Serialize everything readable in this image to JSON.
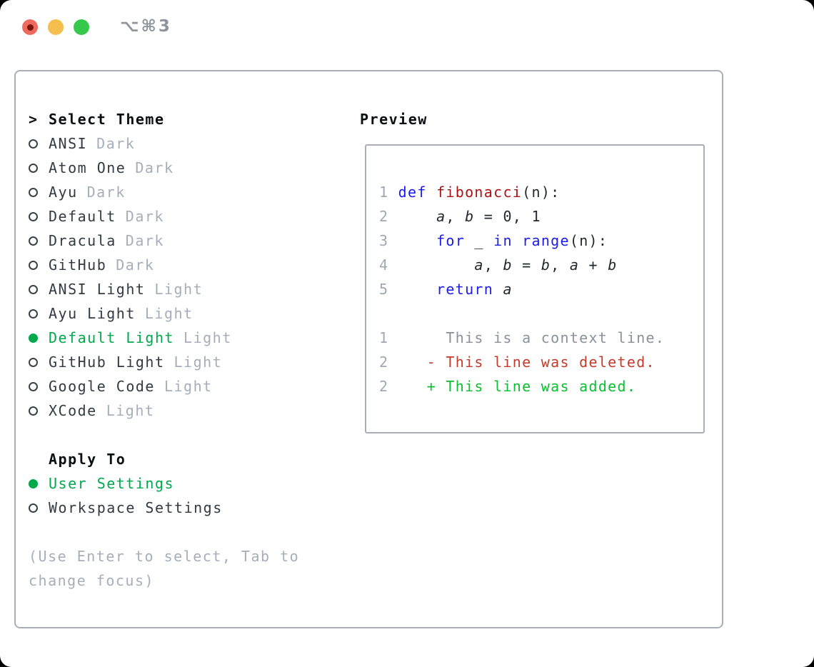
{
  "titlebar": {
    "shortcut": "⌥⌘3",
    "window_controls": [
      "close-button",
      "minimize-button",
      "zoom-button"
    ]
  },
  "theme_selector": {
    "focus_marker": ">",
    "title": "Select Theme",
    "themes": [
      {
        "name": "ANSI",
        "variant": "Dark",
        "selected": false
      },
      {
        "name": "Atom One",
        "variant": "Dark",
        "selected": false
      },
      {
        "name": "Ayu",
        "variant": "Dark",
        "selected": false
      },
      {
        "name": "Default",
        "variant": "Dark",
        "selected": false
      },
      {
        "name": "Dracula",
        "variant": "Dark",
        "selected": false
      },
      {
        "name": "GitHub",
        "variant": "Dark",
        "selected": false
      },
      {
        "name": "ANSI Light",
        "variant": "Light",
        "selected": false
      },
      {
        "name": "Ayu Light",
        "variant": "Light",
        "selected": false
      },
      {
        "name": "Default Light",
        "variant": "Light",
        "selected": true
      },
      {
        "name": "GitHub Light",
        "variant": "Light",
        "selected": false
      },
      {
        "name": "Google Code",
        "variant": "Light",
        "selected": false
      },
      {
        "name": "XCode",
        "variant": "Light",
        "selected": false
      }
    ]
  },
  "apply_to": {
    "title": "Apply To",
    "options": [
      {
        "label": "User Settings",
        "selected": true
      },
      {
        "label": "Workspace Settings",
        "selected": false
      }
    ]
  },
  "hint": "(Use Enter to select, Tab to change focus)",
  "preview": {
    "title": "Preview",
    "lines": [
      {
        "num": "1",
        "segs": [
          {
            "c": "k",
            "t": " def "
          },
          {
            "c": "f",
            "t": "fibonacci"
          },
          {
            "c": "p",
            "t": "(n):"
          }
        ]
      },
      {
        "num": "2",
        "segs": [
          {
            "c": "p",
            "t": "     "
          },
          {
            "c": "v",
            "t": "a"
          },
          {
            "c": "p",
            "t": ", "
          },
          {
            "c": "v",
            "t": "b"
          },
          {
            "c": "p",
            "t": " = 0, 1"
          }
        ]
      },
      {
        "num": "3",
        "segs": [
          {
            "c": "p",
            "t": "     "
          },
          {
            "c": "k",
            "t": "for"
          },
          {
            "c": "p",
            "t": " _ "
          },
          {
            "c": "k",
            "t": "in"
          },
          {
            "c": "p",
            "t": " "
          },
          {
            "c": "k",
            "t": "range"
          },
          {
            "c": "p",
            "t": "(n):"
          }
        ]
      },
      {
        "num": "4",
        "segs": [
          {
            "c": "p",
            "t": "         "
          },
          {
            "c": "v",
            "t": "a"
          },
          {
            "c": "p",
            "t": ", "
          },
          {
            "c": "v",
            "t": "b"
          },
          {
            "c": "p",
            "t": " = "
          },
          {
            "c": "v",
            "t": "b"
          },
          {
            "c": "p",
            "t": ", "
          },
          {
            "c": "v",
            "t": "a"
          },
          {
            "c": "p",
            "t": " + "
          },
          {
            "c": "v",
            "t": "b"
          }
        ]
      },
      {
        "num": "5",
        "segs": [
          {
            "c": "p",
            "t": "     "
          },
          {
            "c": "k",
            "t": "return "
          },
          {
            "c": "v",
            "t": "a"
          }
        ]
      },
      {
        "num": "",
        "segs": []
      },
      {
        "num": "1",
        "segs": [
          {
            "c": "c",
            "t": "      This is a context line."
          }
        ]
      },
      {
        "num": "2",
        "segs": [
          {
            "c": "d",
            "t": "    - This line was deleted."
          }
        ]
      },
      {
        "num": "2",
        "segs": [
          {
            "c": "a",
            "t": "    + This line was added."
          }
        ]
      }
    ]
  },
  "colors": {
    "accent_green": "#00a94c",
    "added_green": "#0abf30",
    "deleted_red": "#c53b2b",
    "keyword_blue": "#1c1cec",
    "function_red": "#aa1414",
    "muted_gray": "#a7aebb",
    "context_gray": "#8b919b",
    "border_gray": "#a9aeb8",
    "traffic_red": "#ee6a5f",
    "traffic_yellow": "#f5bf4e",
    "traffic_green": "#36c84b"
  }
}
